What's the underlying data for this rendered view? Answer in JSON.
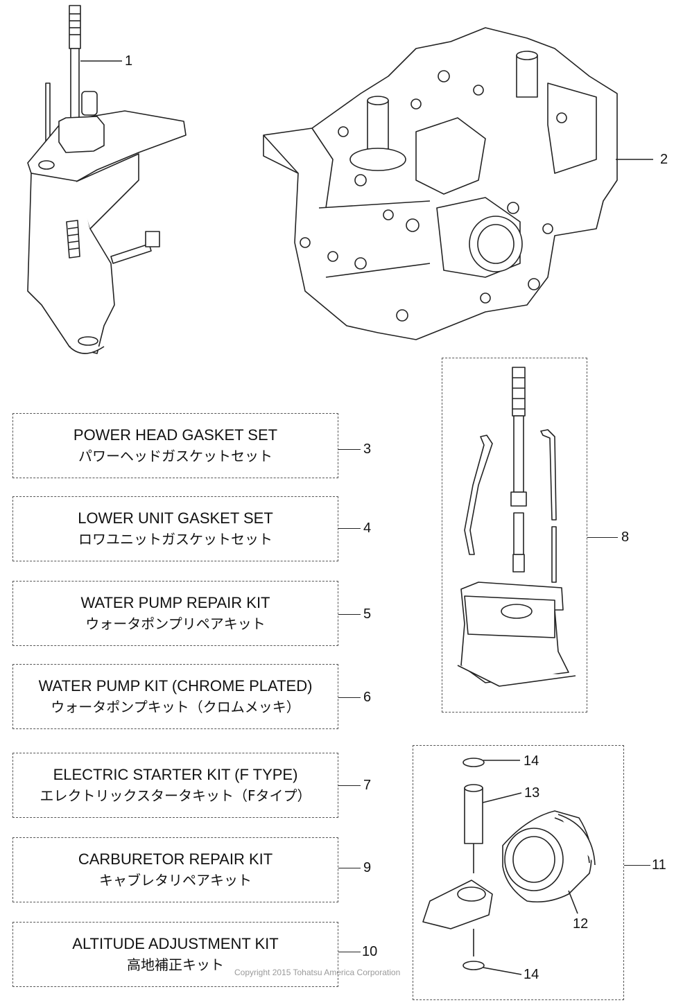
{
  "callouts": {
    "c1": "1",
    "c2": "2",
    "c3": "3",
    "c4": "4",
    "c5": "5",
    "c6": "6",
    "c7": "7",
    "c8": "8",
    "c9": "9",
    "c10": "10",
    "c11": "11",
    "c12": "12",
    "c13": "13",
    "c14a": "14",
    "c14b": "14"
  },
  "kits": [
    {
      "number": "3",
      "name_en": "POWER HEAD GASKET SET",
      "name_jp": "パワーヘッドガスケットセット"
    },
    {
      "number": "4",
      "name_en": "LOWER UNIT GASKET SET",
      "name_jp": "ロワユニットガスケットセット"
    },
    {
      "number": "5",
      "name_en": "WATER PUMP REPAIR KIT",
      "name_jp": "ウォータポンプリペアキット"
    },
    {
      "number": "6",
      "name_en": "WATER PUMP KIT (CHROME PLATED)",
      "name_jp": "ウォータポンプキット（クロムメッキ）"
    },
    {
      "number": "7",
      "name_en": "ELECTRIC STARTER KIT (F TYPE)",
      "name_jp": "エレクトリックスタータキット（Fタイプ）"
    },
    {
      "number": "9",
      "name_en": "CARBURETOR REPAIR KIT",
      "name_jp": "キャブレタリペアキット"
    },
    {
      "number": "10",
      "name_en": "ALTITUDE ADJUSTMENT KIT",
      "name_jp": "高地補正キット"
    }
  ],
  "copyright": "Copyright 2015 Tohatsu America Corporation",
  "colors": {
    "line": "#222222",
    "dashed": "#555555",
    "watermark": "#9a9a9a"
  }
}
